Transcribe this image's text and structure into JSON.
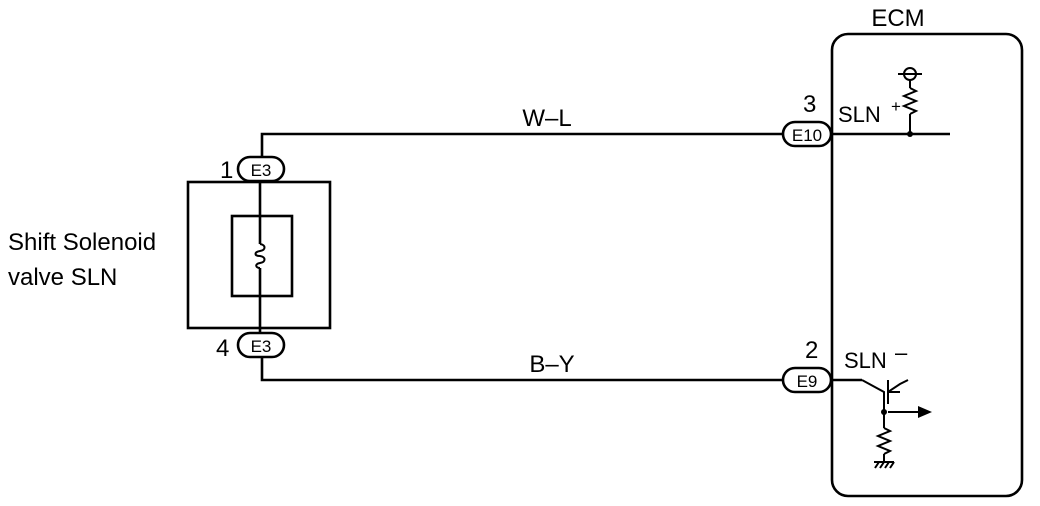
{
  "ecm": {
    "title": "ECM"
  },
  "solenoid": {
    "label_line1": "Shift Solenoid",
    "label_line2": "valve SLN"
  },
  "wires": {
    "top": {
      "color_code": "W–L"
    },
    "bottom": {
      "color_code": "B–Y"
    }
  },
  "pins": {
    "solenoid_top_number": "1",
    "solenoid_bottom_number": "4",
    "ecm_top_number": "3",
    "ecm_bottom_number": "2"
  },
  "connectors": {
    "solenoid_top": "E3",
    "solenoid_bottom": "E3",
    "ecm_top": "E10",
    "ecm_bottom": "E9"
  },
  "signals": {
    "plus": "SLN",
    "plus_sign": "+",
    "minus": "SLN"
  },
  "colors": {
    "line": "#000000",
    "background": "#ffffff"
  }
}
